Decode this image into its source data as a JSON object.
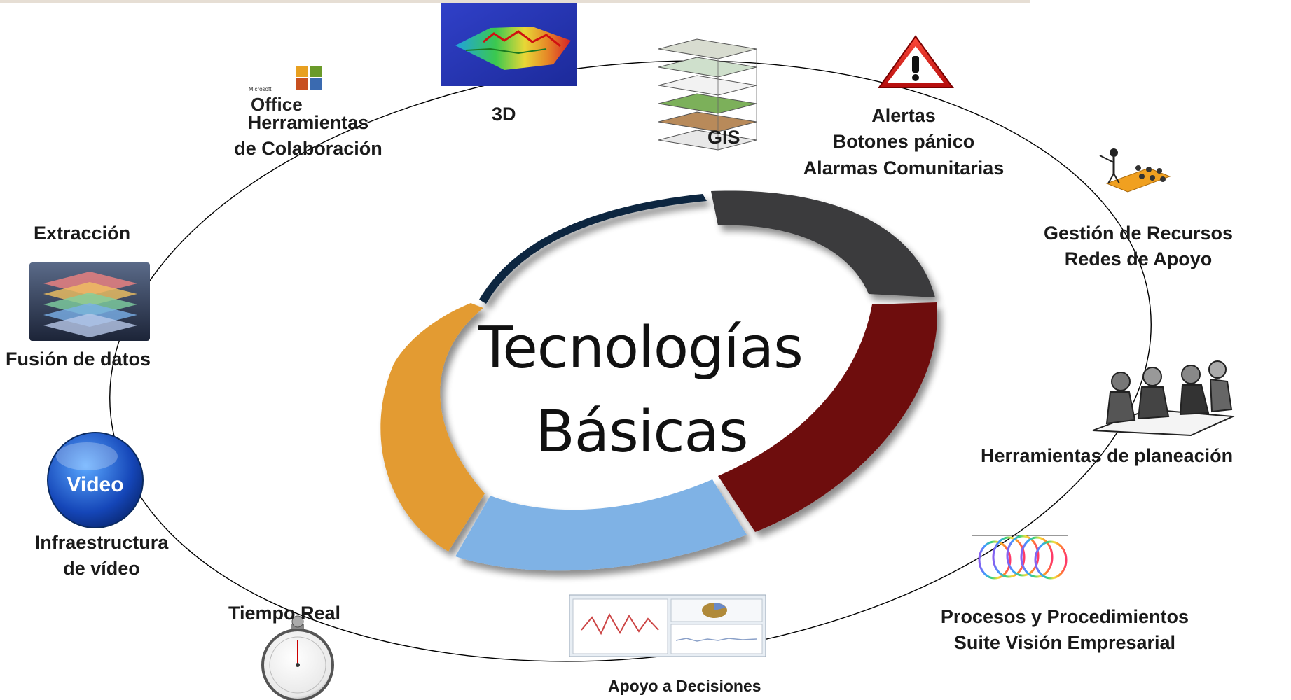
{
  "center": {
    "line1": "Tecnologías",
    "line2": "Básicas"
  },
  "ring_colors": {
    "navy": "#0f2740",
    "charcoal": "#3a3a3c",
    "maroon": "#6e0a0a",
    "light_blue": "#7fb2e5",
    "orange": "#e39b32"
  },
  "labels": {
    "three_d": "3D",
    "gis": "GIS",
    "collab_line1": "Herramientas",
    "collab_line2": "de Colaboración",
    "alerts_line1": "Alertas",
    "alerts_line2": "Botones pánico",
    "alerts_line3": "Alarmas Comunitarias",
    "extraction": "Extracción",
    "resources_line1": "Gestión de Recursos",
    "resources_line2": "Redes de Apoyo",
    "fusion": "Fusión de datos",
    "planning": "Herramientas de planeación",
    "video_line1": "Infraestructura",
    "video_line2": "de vídeo",
    "realtime": "Tiempo Real",
    "process_line1": "Procesos y Procedimientos",
    "process_line2": "Suite Visión Empresarial",
    "decisions": "Apoyo a Decisiones"
  },
  "icons": {
    "office_small": "Microsoft",
    "office_word": "Office",
    "video_word": "Video"
  }
}
